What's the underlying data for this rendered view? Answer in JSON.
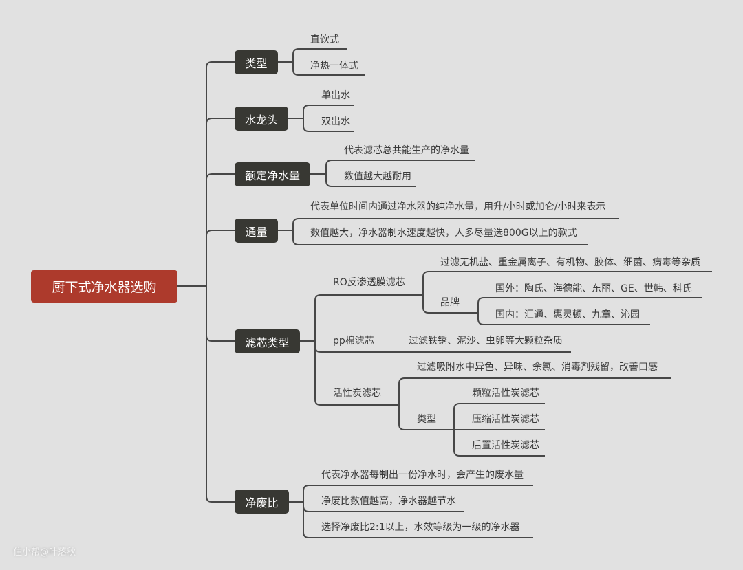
{
  "root": "厨下式净水器选购",
  "branches": {
    "type": {
      "label": "类型",
      "items": [
        "直饮式",
        "净热一体式"
      ]
    },
    "faucet": {
      "label": "水龙头",
      "items": [
        "单出水",
        "双出水"
      ]
    },
    "rated": {
      "label": "额定净水量",
      "items": [
        "代表滤芯总共能生产的净水量",
        "数值越大越耐用"
      ]
    },
    "flux": {
      "label": "通量",
      "items": [
        "代表单位时间内通过净水器的纯净水量，用升/小时或加仑/小时来表示",
        "数值越大，净水器制水速度越快，人多尽量选800G以上的款式"
      ]
    },
    "filter": {
      "label": "滤芯类型",
      "ro": {
        "label": "RO反渗透膜滤芯",
        "desc": "过滤无机盐、重金属离子、有机物、胶体、细菌、病毒等杂质",
        "brand": {
          "label": "品牌",
          "items": [
            "国外：陶氏、海德能、东丽、GE、世韩、科氏",
            "国内：汇通、惠灵顿、九章、沁园"
          ]
        }
      },
      "pp": {
        "label": "pp棉滤芯",
        "desc": "过滤铁锈、泥沙、虫卵等大颗粒杂质"
      },
      "carbon": {
        "label": "活性炭滤芯",
        "desc": "过滤吸附水中异色、异味、余氯、消毒剂残留，改善口感",
        "types": {
          "label": "类型",
          "items": [
            "颗粒活性炭滤芯",
            "压缩活性炭滤芯",
            "后置活性炭滤芯"
          ]
        }
      }
    },
    "ratio": {
      "label": "净废比",
      "items": [
        "代表净水器每制出一份净水时，会产生的废水量",
        "净废比数值越高，净水器越节水",
        "选择净废比2:1以上，水效等级为一级的净水器"
      ]
    }
  },
  "watermark": "住小帮@叶落秋"
}
